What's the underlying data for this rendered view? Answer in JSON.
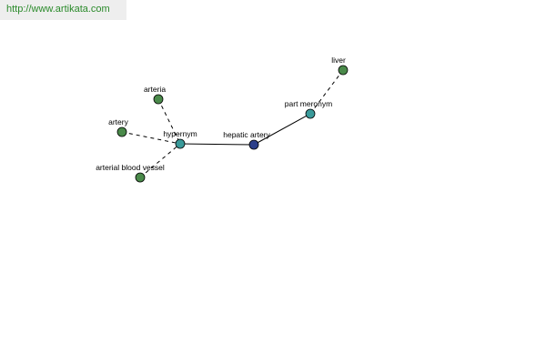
{
  "watermark": {
    "url_text": "http://www.artikata.com"
  },
  "colors": {
    "leaf_node": "#4a8a4a",
    "relation_node": "#3a9a9a",
    "center_node": "#2c3f8a",
    "edge": "#000000",
    "watermark_bg": "#eeeeee",
    "watermark_text": "#2a8a2a"
  },
  "graph": {
    "center": {
      "label": "hepatic artery"
    },
    "relations": [
      {
        "label": "hypernym",
        "targets": [
          "arteria",
          "artery",
          "arterial blood vessel"
        ]
      },
      {
        "label": "part meronym",
        "targets": [
          "liver"
        ]
      }
    ]
  }
}
